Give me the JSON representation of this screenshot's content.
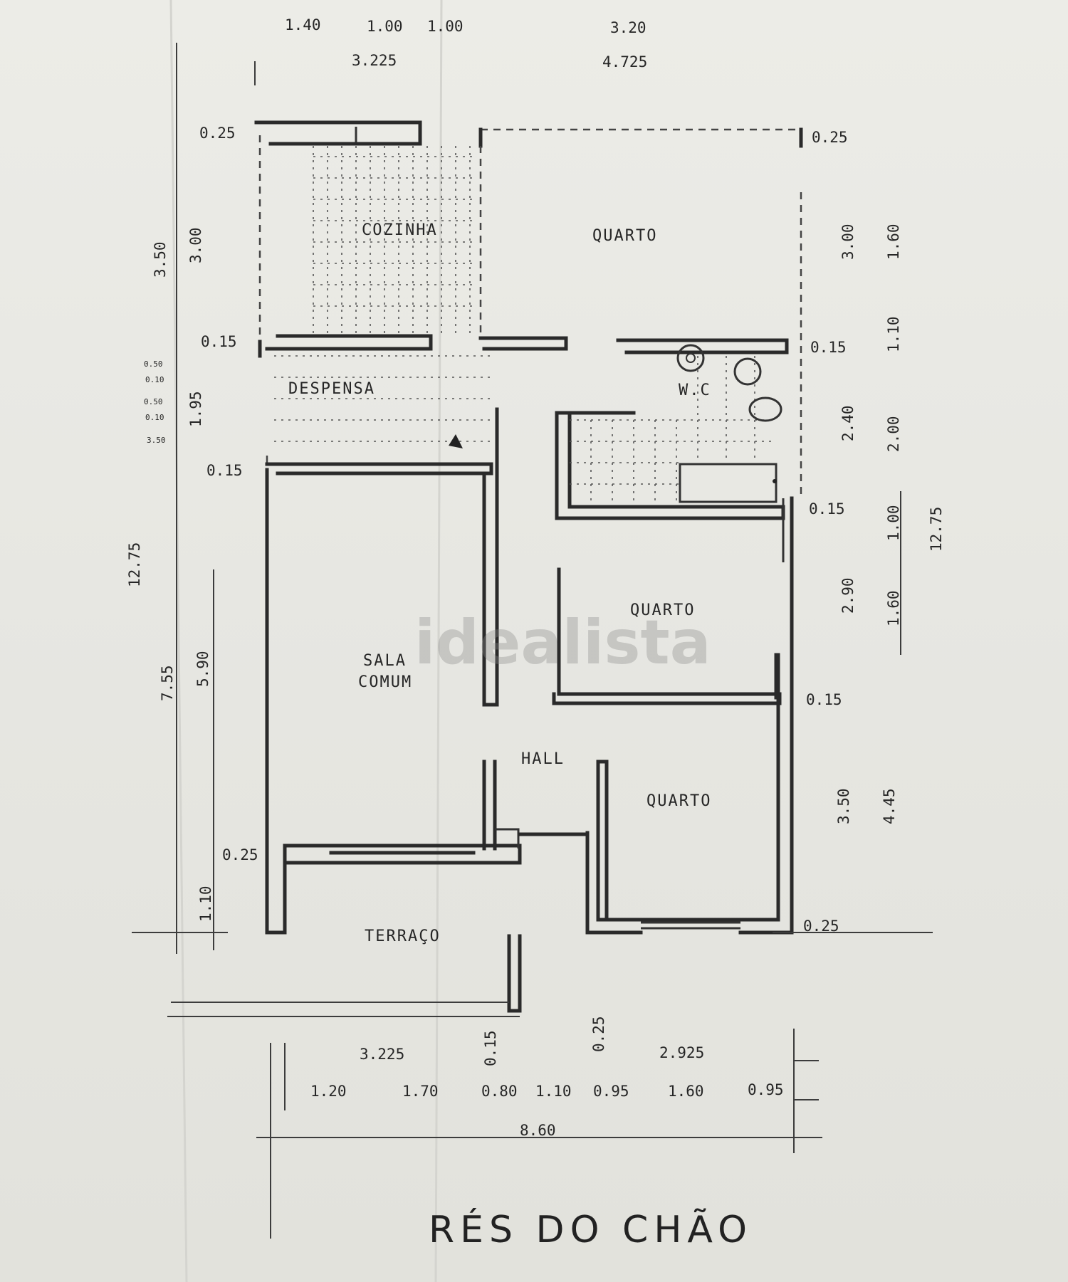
{
  "rooms": {
    "cozinha": "COZINHA",
    "quarto_top": "QUARTO",
    "despensa": "DESPENSA",
    "wc": "W.C",
    "quarto_mid": "QUARTO",
    "sala_line1": "SALA",
    "sala_line2": "COMUM",
    "hall": "HALL",
    "quarto_bottom": "QUARTO",
    "terraco": "TERRAÇO"
  },
  "dimensions": {
    "top_row1": [
      "1.40",
      "1.00",
      "1.00",
      "3.20"
    ],
    "top_row2": [
      "3.225",
      "4.725"
    ],
    "top_left_wall": "0.25",
    "top_right_wall": "0.25",
    "left_inner": [
      "3.50",
      "3.00",
      "0.15",
      "1.95",
      "0.15"
    ],
    "left_small": [
      "0.50",
      "0.10",
      "0.50",
      "0.10",
      "3.50"
    ],
    "left_total": "12.75",
    "left_lower": [
      "7.55",
      "5.90",
      "0.25",
      "1.10"
    ],
    "right_inner": [
      "3.00",
      "0.15",
      "2.40",
      "0.15",
      "2.90",
      "0.15",
      "3.50",
      "0.25"
    ],
    "right_outer": [
      "1.60",
      "1.10",
      "2.00",
      "1.00",
      "1.60",
      "4.45"
    ],
    "right_total": "12.75",
    "bottom_row1": [
      "3.225",
      "0.15",
      "0.25",
      "2.925"
    ],
    "bottom_row2": [
      "1.20",
      "1.70",
      "0.80",
      "1.10",
      "0.95",
      "1.60",
      "0.95"
    ],
    "bottom_total": "8.60"
  },
  "title": "RÉS DO CHÃO",
  "watermark": "idealista"
}
